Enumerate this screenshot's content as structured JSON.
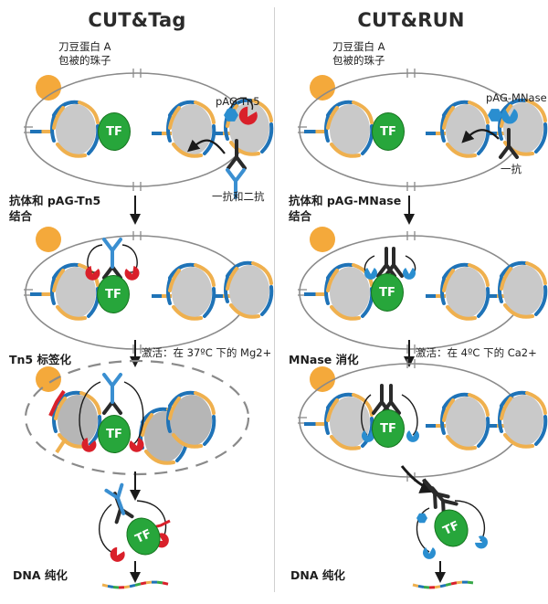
{
  "cut_tag": {
    "title": "CUT&Tag",
    "bead_label": [
      "刀豆蛋白 A",
      "包被的珠子"
    ],
    "enzyme_label": "pAG-Tn5",
    "antibody_label": "一抗和二抗",
    "step1": [
      "抗体和 pAG-Tn5",
      "结合"
    ],
    "step2": "Tn5 标签化",
    "activation": "激活：在 37ºC 下的 Mg2+",
    "step3": "DNA 纯化",
    "tf": "TF"
  },
  "cut_run": {
    "title": "CUT&RUN",
    "bead_label": [
      "刀豆蛋白 A",
      "包被的珠子"
    ],
    "enzyme_label": "pAG-MNase",
    "antibody_label": "一抗",
    "step1": [
      "抗体和 pAG-MNase",
      "结合"
    ],
    "step2": "MNase 消化",
    "activation": "激活：在 4ºC 下的 Ca2+",
    "step3": "DNA 纯化",
    "tf": "TF"
  },
  "colors": {
    "bead": "#f4a93b",
    "nucleosome": "#c9c9c9",
    "dna_blue": "#1f73b7",
    "dna_orange": "#efb04e",
    "tf_green": "#27a63b",
    "tn5_red": "#d9202a",
    "mnase_blue": "#2a8ed0",
    "antibody_dark": "#2a2a2a",
    "antibody_blue": "#3a8fd1",
    "cell_outline": "#8a8a8a"
  }
}
